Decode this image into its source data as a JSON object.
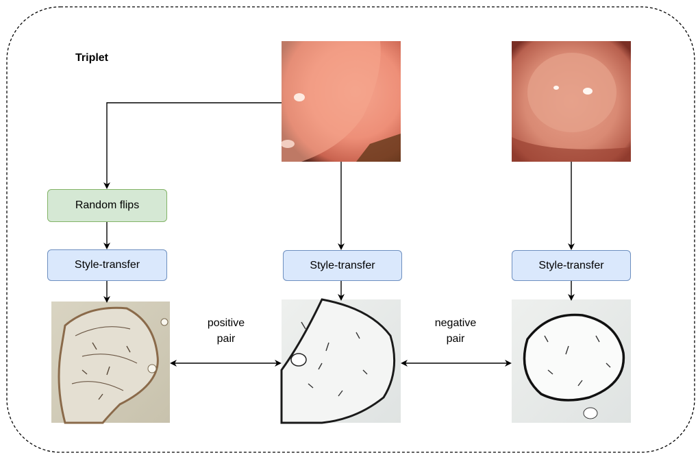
{
  "title": "Triplet",
  "boxes": {
    "random_flips": "Random flips",
    "style_transfer_left": "Style-transfer",
    "style_transfer_center": "Style-transfer",
    "style_transfer_right": "Style-transfer"
  },
  "pairs": {
    "positive_line1": "positive",
    "positive_line2": "pair",
    "negative_line1": "negative",
    "negative_line2": "pair"
  },
  "colors": {
    "green_fill": "#d5e8d4",
    "green_stroke": "#82b366",
    "blue_fill": "#dae8fc",
    "blue_stroke": "#6c8ebf"
  },
  "images": {
    "anchor_photo": "polyp-endoscopy-photo",
    "negative_photo": "polyp-endoscopy-photo",
    "stylized_flipped": "stylized-sketch-image",
    "stylized_anchor": "stylized-sketch-image",
    "stylized_negative": "stylized-sketch-image"
  }
}
